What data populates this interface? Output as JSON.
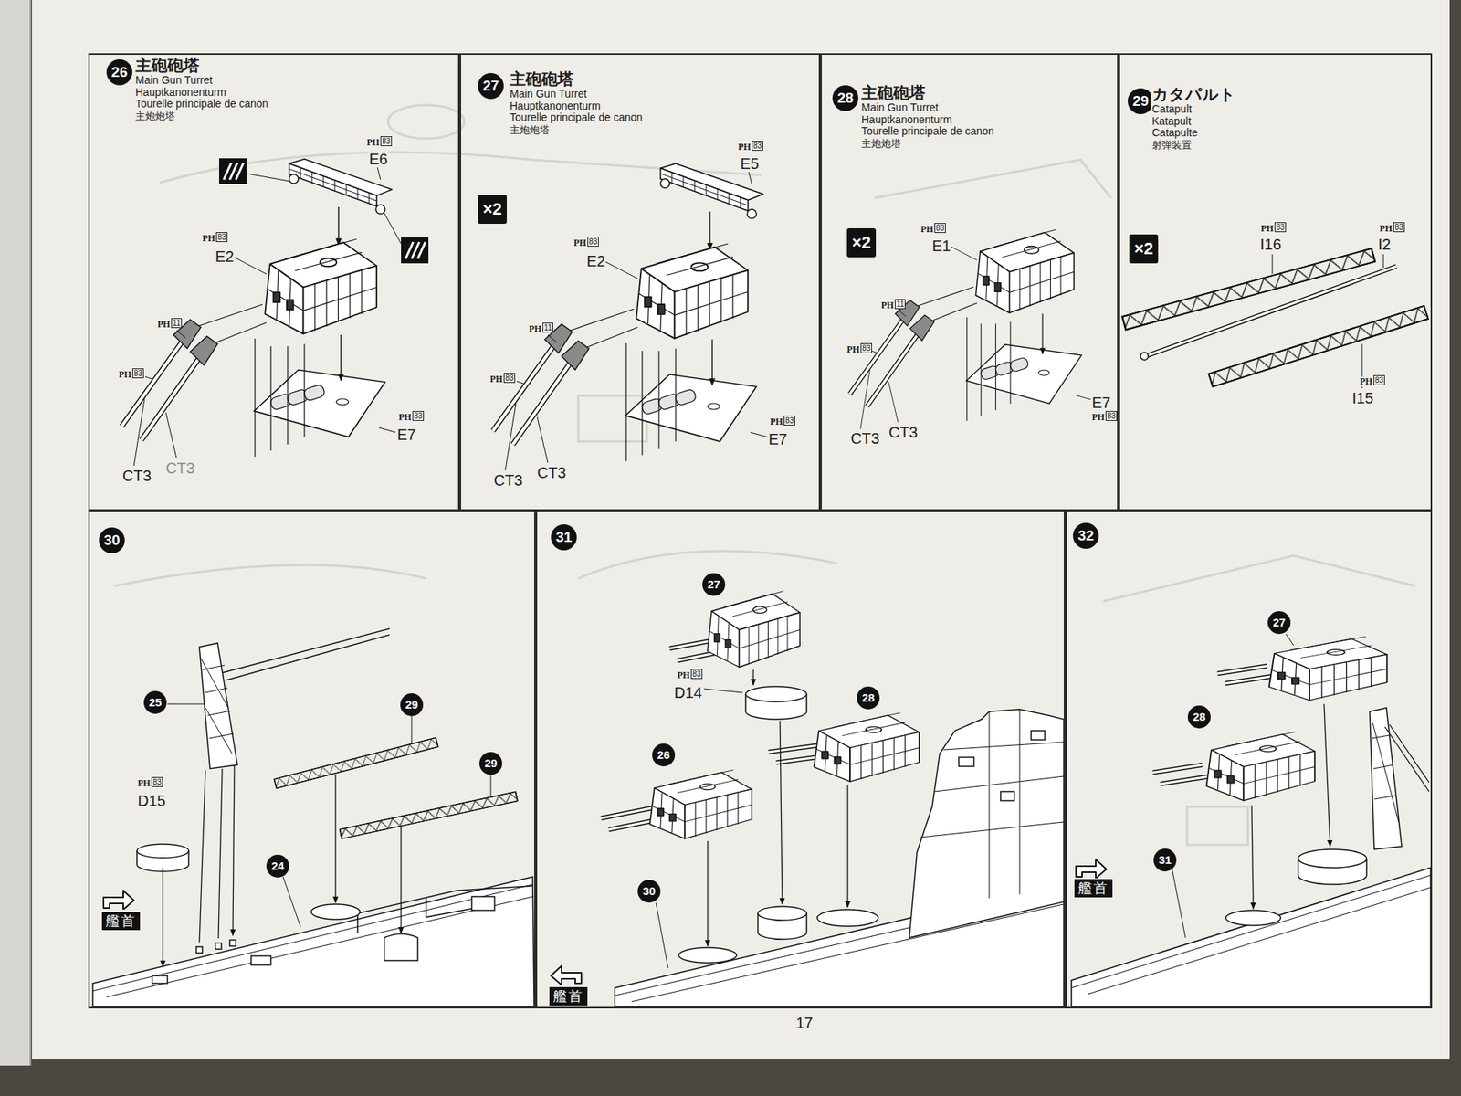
{
  "diagram": {
    "nodes": [
      {
        "text": [
          "26",
          "主砲砲塔",
          "Main Gun Turret",
          "Hauptkanonenturm",
          "Tourelle principale de canon",
          "主炮炮塔"
        ]
      },
      {
        "text": [
          "27",
          "主砲砲塔",
          "Main Gun Turret",
          "Hauptkanonenturm",
          "Tourelle principale de canon",
          "主炮炮塔"
        ]
      },
      {
        "text": [
          "28",
          "主砲砲塔",
          "Main Gun Turret",
          "Hauptkanonenturm",
          "Tourelle principale de canon",
          "主炮炮塔"
        ]
      },
      {
        "text": [
          "29",
          "カタパルト",
          "Catapult",
          "Katapult",
          "Catapulte",
          "射弹装置"
        ]
      },
      {
        "text": [
          "30"
        ]
      },
      {
        "text": [
          "31"
        ]
      },
      {
        "text": [
          "32"
        ]
      }
    ],
    "labels": [
      "PH",
      "83",
      "E6",
      "PH",
      "83",
      "E2",
      "PH",
      "11",
      "PH",
      "83",
      "CT3",
      "CT3",
      "PH",
      "83",
      "E7",
      "×2",
      "PH",
      "83",
      "E5",
      "PH",
      "83",
      "E2",
      "PH",
      "11",
      "PH",
      "83",
      "CT3",
      "CT3",
      "PH",
      "83",
      "E7",
      "×2",
      "PH",
      "83",
      "E1",
      "PH",
      "11",
      "PH",
      "83",
      "CT3",
      "CT3",
      "E7",
      "PH",
      "83",
      "×2",
      "PH",
      "83",
      "I16",
      "PH",
      "83",
      "I2",
      "PH",
      "83",
      "I15",
      "25",
      "29",
      "29",
      "PH",
      "83",
      "D15",
      "24",
      "艦首",
      "27",
      "PH",
      "83",
      "D14",
      "28",
      "26",
      "30",
      "艦首",
      "27",
      "28",
      "31",
      "艦首",
      "17"
    ]
  }
}
